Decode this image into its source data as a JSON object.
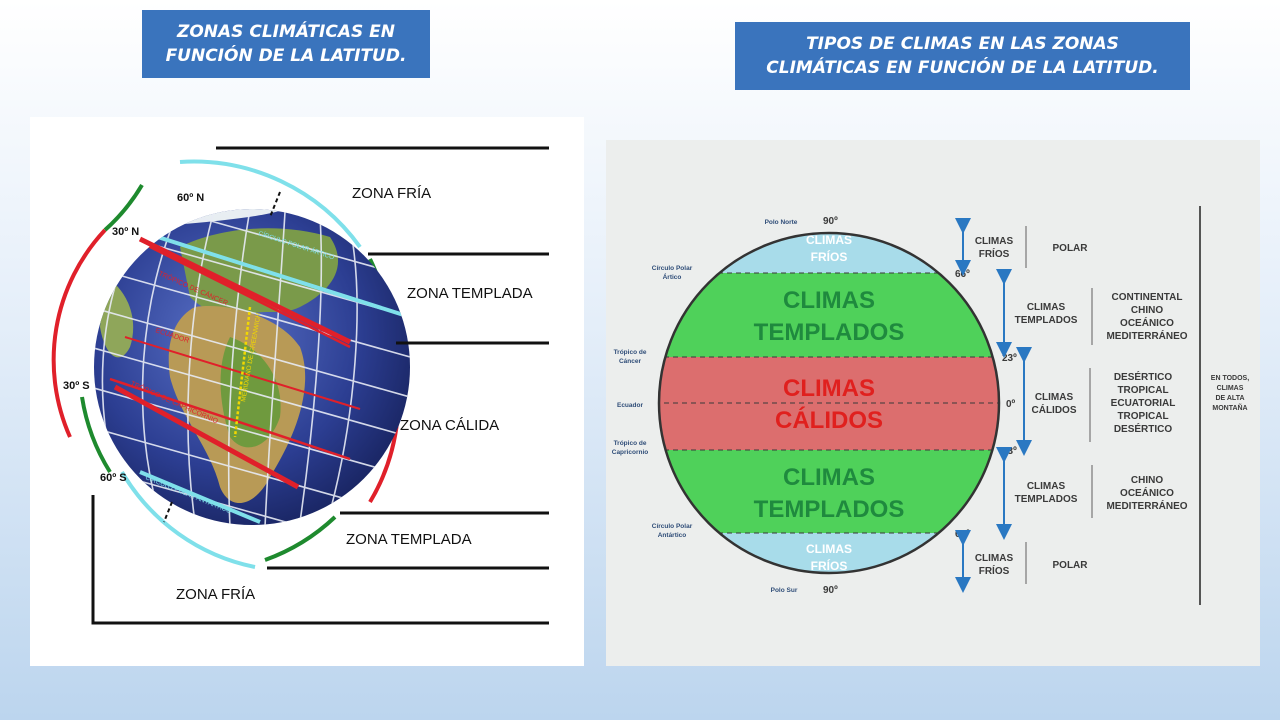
{
  "titles": {
    "left": [
      "ZONAS CLIMÁTICAS EN",
      "FUNCIÓN DE LA LATITUD."
    ],
    "right": [
      "TIPOS DE CLIMAS EN LAS ZONAS",
      "CLIMÁTICAS EN FUNCIÓN DE LA LATITUD."
    ]
  },
  "left_diagram": {
    "latitudes": {
      "n60": "60º N",
      "n30": "30º N",
      "s30": "30º S",
      "s60": "60º S"
    },
    "zones": {
      "fria_north": "ZONA FRÍA",
      "templada_north": "ZONA TEMPLADA",
      "calida": "ZONA CÁLIDA",
      "templada_south": "ZONA TEMPLADA",
      "fria_south": "ZONA FRÍA"
    },
    "globe_labels": {
      "circulo_polar_artico": "CÍRCULO POLAR ÁRTICO",
      "tropico_cancer": "TRÓPICO DE CÁNCER",
      "ecuador": "ECUADOR",
      "tropico_capricornio": "TRÓPICO DE CAPRICORNIO",
      "meridiano": "MERIDIANO DE GREENWICH",
      "circulo_polar_antartico": "CÍRCULO POLAR ANTÁRTICO"
    },
    "colors": {
      "cold": "#7fe0ea",
      "temperate": "#1e8a2e",
      "warm": "#e0202a",
      "ocean": "#2c3e92"
    }
  },
  "right_diagram": {
    "left_labels": {
      "polo_norte": "Polo Norte",
      "circulo_polar_artico": [
        "Círculo Polar",
        "Ártico"
      ],
      "tropico_cancer": [
        "Trópico de",
        "Cáncer"
      ],
      "ecuador": "Ecuador",
      "tropico_capricornio": [
        "Trópico de",
        "Capricornio"
      ],
      "circulo_polar_antartico": [
        "Círculo Polar",
        "Antártico"
      ],
      "polo_sur": "Polo Sur"
    },
    "degrees": {
      "d90n": "90º",
      "d66n": "66º",
      "d23n": "23º",
      "d0": "0º",
      "d23s": "23º",
      "d66s": "66º",
      "d90s": "90º"
    },
    "band_labels": {
      "frios_north": [
        "CLIMAS",
        "FRÍOS"
      ],
      "templados_north": [
        "CLIMAS",
        "TEMPLADOS"
      ],
      "calidos": [
        "CLIMAS",
        "CÁLIDOS"
      ],
      "templados_south": [
        "CLIMAS",
        "TEMPLADOS"
      ],
      "frios_south": [
        "CLIMAS",
        "FRÍOS"
      ]
    },
    "side_groups": [
      {
        "label": [
          "CLIMAS",
          "FRÍOS"
        ],
        "types": [
          "POLAR"
        ]
      },
      {
        "label": [
          "CLIMAS",
          "TEMPLADOS"
        ],
        "types": [
          "CONTINENTAL",
          "CHINO",
          "OCEÁNICO",
          "MEDITERRÁNEO"
        ]
      },
      {
        "label": [
          "CLIMAS",
          "CÁLIDOS"
        ],
        "types": [
          "DESÉRTICO",
          "TROPICAL",
          "ECUATORIAL",
          "TROPICAL",
          "DESÉRTICO"
        ]
      },
      {
        "label": [
          "CLIMAS",
          "TEMPLADOS"
        ],
        "types": [
          "CHINO",
          "OCEÁNICO",
          "MEDITERRÁNEO"
        ]
      },
      {
        "label": [
          "CLIMAS",
          "FRÍOS"
        ],
        "types": [
          "POLAR"
        ]
      }
    ],
    "mountain_note": [
      "EN TODOS,",
      "CLIMAS",
      "DE ALTA",
      "MONTAÑA"
    ],
    "colors": {
      "cold": "#a8dcea",
      "temperate": "#4fd15a",
      "warm": "#dc6e6e",
      "warm_text": "#e0201e",
      "temperate_text": "#1f8a3e",
      "cold_text": "#ffffff",
      "arrow": "#2a78c2"
    }
  }
}
